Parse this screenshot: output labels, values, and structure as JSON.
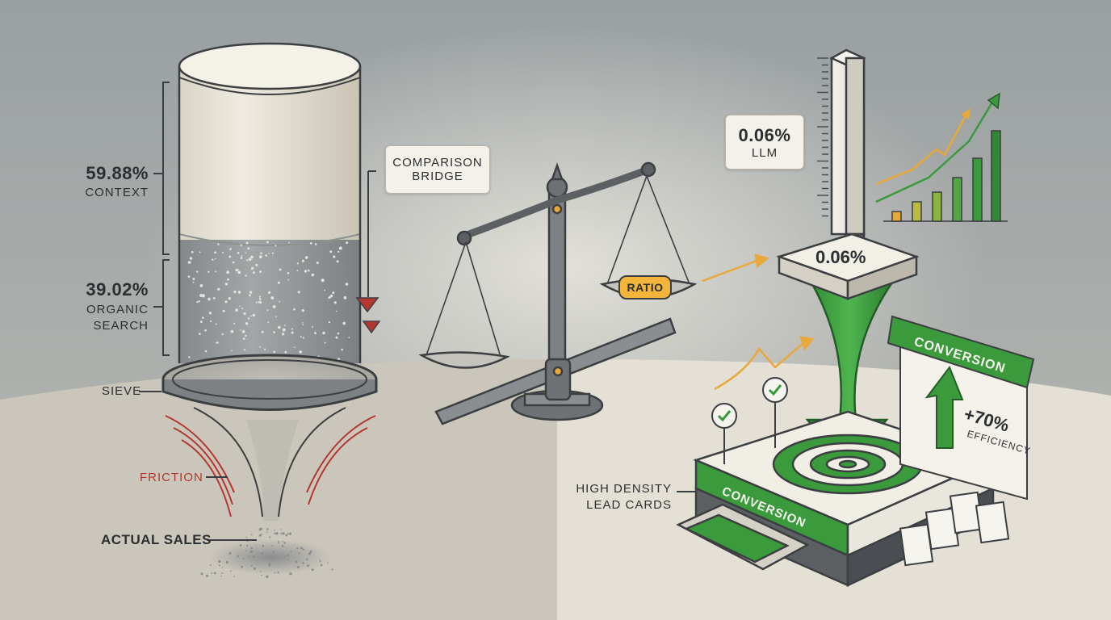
{
  "left": {
    "context": {
      "value": "59.88%",
      "label": "CONTEXT"
    },
    "organic": {
      "value": "39.02%",
      "label_line1": "ORGANIC",
      "label_line2": "SEARCH"
    },
    "sieve_label": "SIEVE",
    "friction_label": "FRICTION",
    "sales_label": "ACTUAL SALES"
  },
  "middle": {
    "bridge_line1": "COMPARISON",
    "bridge_line2": "BRIDGE",
    "ratio_label": "RATIO"
  },
  "right": {
    "llm_value": "0.06%",
    "llm_label": "LLM",
    "block_value": "0.06%",
    "banner_text": "CONVERSION",
    "platform_text": "CONVERSION",
    "efficiency_value": "+70%",
    "efficiency_label": "EFFICIENCY",
    "lead_line1": "HIGH DENSITY",
    "lead_line2": "LEAD CARDS"
  },
  "colors": {
    "green": "#3a9a3c",
    "red": "#b4372f",
    "orange": "#e8a93a",
    "dark": "#4a4e52"
  }
}
